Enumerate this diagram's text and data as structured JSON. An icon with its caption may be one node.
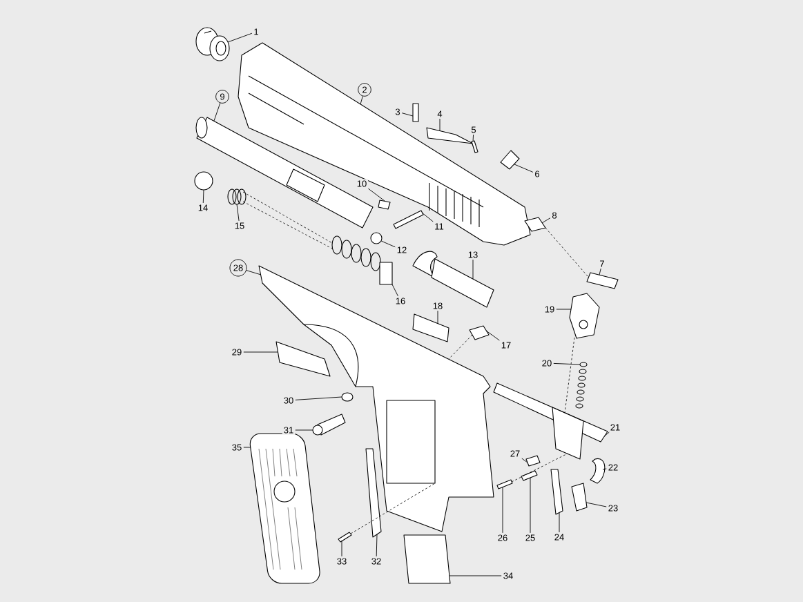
{
  "diagram": {
    "nodes": [
      {
        "text": [
          "1"
        ]
      },
      {
        "text": [
          "2"
        ]
      },
      {
        "text": [
          "3"
        ]
      },
      {
        "text": [
          "4"
        ]
      },
      {
        "text": [
          "5"
        ]
      },
      {
        "text": [
          "6"
        ]
      },
      {
        "text": [
          "7"
        ]
      },
      {
        "text": [
          "8"
        ]
      },
      {
        "text": [
          "9"
        ]
      },
      {
        "text": [
          "10"
        ]
      },
      {
        "text": [
          "11"
        ]
      },
      {
        "text": [
          "12"
        ]
      },
      {
        "text": [
          "13"
        ]
      },
      {
        "text": [
          "14"
        ]
      },
      {
        "text": [
          "15"
        ]
      },
      {
        "text": [
          "16"
        ]
      },
      {
        "text": [
          "17"
        ]
      },
      {
        "text": [
          "18"
        ]
      },
      {
        "text": [
          "19"
        ]
      },
      {
        "text": [
          "20"
        ]
      },
      {
        "text": [
          "21"
        ]
      },
      {
        "text": [
          "22"
        ]
      },
      {
        "text": [
          "23"
        ]
      },
      {
        "text": [
          "24"
        ]
      },
      {
        "text": [
          "25"
        ]
      },
      {
        "text": [
          "26"
        ]
      },
      {
        "text": [
          "27"
        ]
      },
      {
        "text": [
          "28"
        ]
      },
      {
        "text": [
          "29"
        ]
      },
      {
        "text": [
          "30"
        ]
      },
      {
        "text": [
          "31"
        ]
      },
      {
        "text": [
          "32"
        ]
      },
      {
        "text": [
          "33"
        ]
      },
      {
        "text": [
          "34"
        ]
      },
      {
        "text": [
          "35"
        ]
      },
      {
        "text": [],
        "shape": "picture"
      },
      {
        "text": [],
        "shape": "picture"
      },
      {
        "text": [],
        "shape": "box"
      },
      {
        "text": [],
        "shape": "picture"
      },
      {
        "text": [],
        "shape": "picture"
      },
      {
        "text": [],
        "shape": "picture"
      },
      {
        "text": [],
        "shape": "picture"
      },
      {
        "text": [],
        "shape": "picture"
      },
      {
        "text": [],
        "shape": "picture"
      },
      {
        "text": [],
        "shape": "picture"
      },
      {
        "text": [],
        "shape": "box"
      },
      {
        "text": [],
        "shape": "circle"
      },
      {
        "text": [],
        "shape": "picture"
      },
      {
        "text": [],
        "shape": "circle"
      },
      {
        "text": [],
        "shape": "picture"
      },
      {
        "text": [],
        "shape": "picture"
      },
      {
        "text": [],
        "shape": "picture"
      },
      {
        "text": [],
        "shape": "box"
      },
      {
        "text": [],
        "shape": "picture"
      },
      {
        "text": [],
        "shape": "picture"
      },
      {
        "text": [],
        "shape": "picture"
      },
      {
        "text": [],
        "shape": "picture"
      },
      {
        "text": [],
        "shape": "picture"
      },
      {
        "text": [],
        "shape": "picture"
      },
      {
        "text": [],
        "shape": "picture"
      },
      {
        "text": [],
        "shape": "picture"
      },
      {
        "text": [],
        "shape": "picture"
      },
      {
        "text": [],
        "shape": "picture"
      },
      {
        "text": [],
        "shape": "picture"
      },
      {
        "text": [],
        "shape": "circle"
      },
      {
        "text": [],
        "shape": "picture"
      },
      {
        "text": [],
        "shape": "picture"
      },
      {
        "text": [],
        "shape": "picture"
      },
      {
        "text": [],
        "shape": "picture"
      },
      {
        "text": [],
        "shape": "picture"
      }
    ],
    "edges": [
      {
        "from": 0,
        "to": 35,
        "arrow": "none"
      },
      {
        "from": 1,
        "to": 36,
        "arrow": "none"
      },
      {
        "from": 2,
        "to": 37,
        "arrow": "none"
      },
      {
        "from": 3,
        "to": 38,
        "arrow": "none"
      },
      {
        "from": 4,
        "to": 39,
        "arrow": "none"
      },
      {
        "from": 5,
        "to": 40,
        "arrow": "none"
      },
      {
        "from": 6,
        "to": 41,
        "arrow": "none"
      },
      {
        "from": 7,
        "to": 42,
        "arrow": "none"
      },
      {
        "from": 8,
        "to": 43,
        "arrow": "none"
      },
      {
        "from": 9,
        "to": 44,
        "arrow": "none"
      },
      {
        "from": 10,
        "to": 45,
        "arrow": "none"
      },
      {
        "from": 11,
        "to": 46,
        "arrow": "none"
      },
      {
        "from": 12,
        "to": 47,
        "arrow": "none"
      },
      {
        "from": 13,
        "to": 48,
        "arrow": "none"
      },
      {
        "from": 14,
        "to": 49,
        "arrow": "none"
      },
      {
        "from": 15,
        "to": 50,
        "arrow": "none"
      },
      {
        "from": 16,
        "to": 51,
        "arrow": "none"
      },
      {
        "from": 17,
        "to": 52,
        "arrow": "none"
      },
      {
        "from": 18,
        "to": 53,
        "arrow": "none"
      },
      {
        "from": 19,
        "to": 54,
        "arrow": "none"
      },
      {
        "from": 20,
        "to": 55,
        "arrow": "none"
      },
      {
        "from": 21,
        "to": 56,
        "arrow": "none"
      },
      {
        "from": 22,
        "to": 57,
        "arrow": "none"
      },
      {
        "from": 23,
        "to": 58,
        "arrow": "none"
      },
      {
        "from": 24,
        "to": 59,
        "arrow": "none"
      },
      {
        "from": 25,
        "to": 60,
        "arrow": "none"
      },
      {
        "from": 26,
        "to": 61,
        "arrow": "none"
      },
      {
        "from": 27,
        "to": 62,
        "arrow": "none"
      },
      {
        "from": 28,
        "to": 63,
        "arrow": "none"
      },
      {
        "from": 29,
        "to": 64,
        "arrow": "none"
      },
      {
        "from": 30,
        "to": 65,
        "arrow": "none"
      },
      {
        "from": 31,
        "to": 66,
        "arrow": "none"
      },
      {
        "from": 32,
        "to": 67,
        "arrow": "none"
      },
      {
        "from": 33,
        "to": 68,
        "arrow": "none"
      },
      {
        "from": 34,
        "to": 69,
        "arrow": "none"
      },
      {
        "from": 49,
        "to": 50,
        "arrow": "none",
        "style": "dashed"
      },
      {
        "from": 49,
        "to": 50,
        "arrow": "none",
        "style": "dashed"
      },
      {
        "from": 42,
        "to": 41,
        "arrow": "none",
        "style": "dashed"
      },
      {
        "from": 51,
        "to": 62,
        "arrow": "none",
        "style": "dashed"
      },
      {
        "from": 53,
        "to": 55,
        "arrow": "none",
        "style": "dashed"
      },
      {
        "from": 60,
        "to": 55,
        "arrow": "none",
        "style": "dashed"
      },
      {
        "from": 67,
        "to": 62,
        "arrow": "none",
        "style": "dashed"
      }
    ]
  }
}
